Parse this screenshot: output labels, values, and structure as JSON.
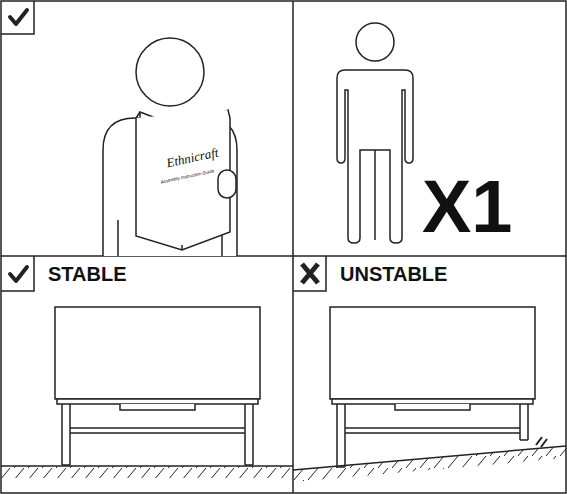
{
  "diagram": {
    "labels": [
      "Ethnicraft",
      "Assembly Instruction Guide",
      "X1",
      "STABLE",
      "UNSTABLE"
    ]
  }
}
